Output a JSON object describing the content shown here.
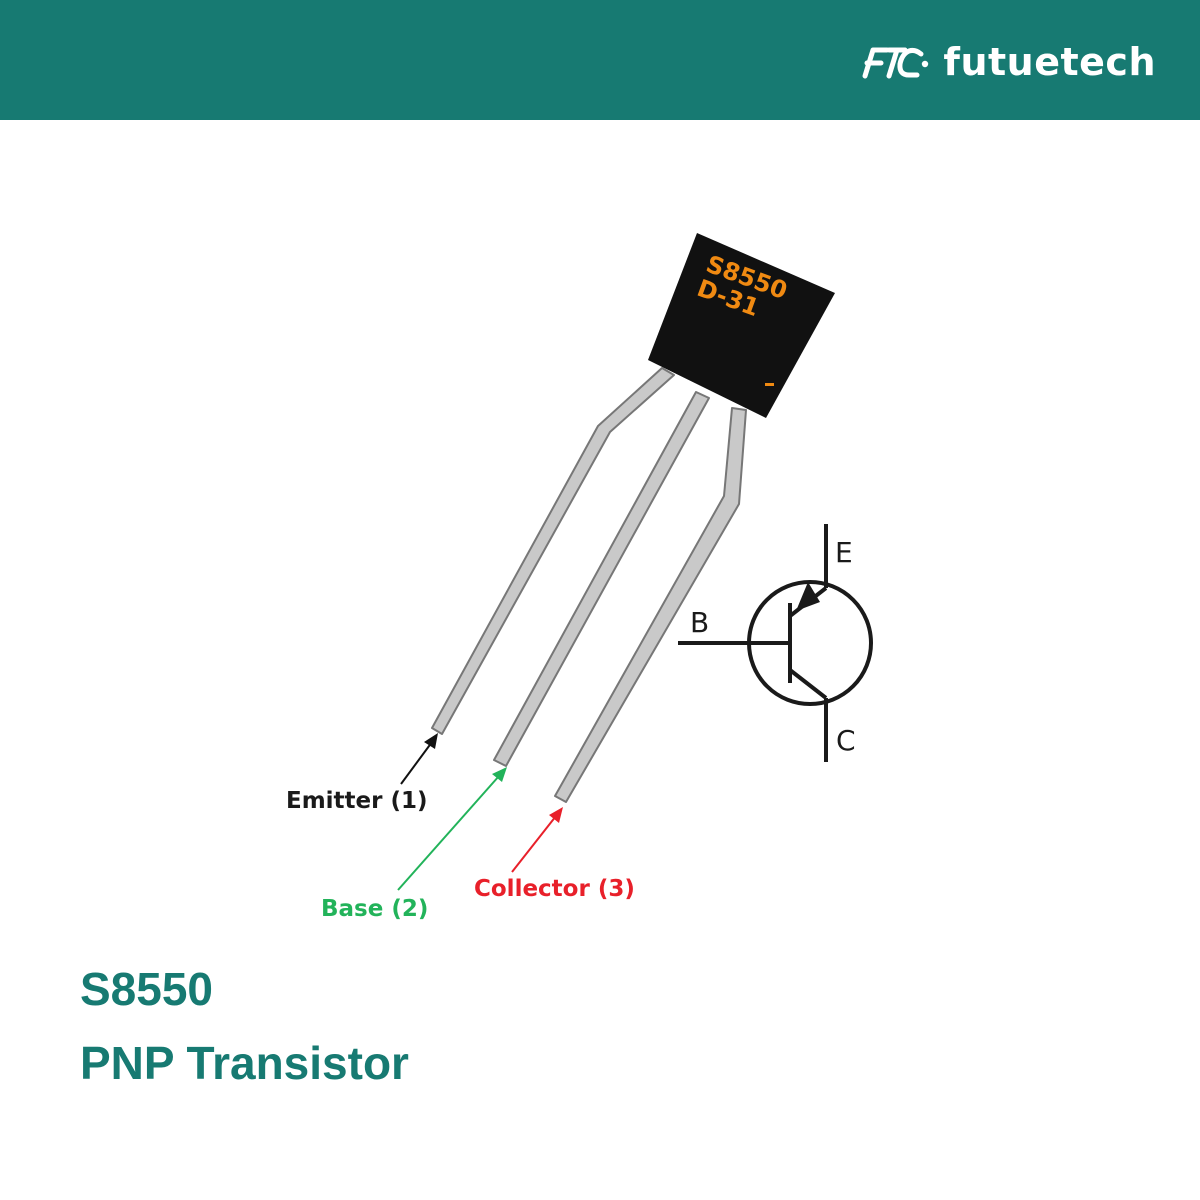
{
  "header": {
    "brand_name": "futuetech",
    "logo_icon": "ftc-logo-icon",
    "background_color": "#177a72"
  },
  "chip": {
    "marking_line_1": "S8550",
    "marking_line_2": "D-31",
    "marking_color": "#f08a12"
  },
  "pins": {
    "emitter": "Emitter (1)",
    "base": "Base (2)",
    "collector": "Collector (3)"
  },
  "colors": {
    "emitter_label": "#1a1a1a",
    "base_label": "#22b35a",
    "collector_label": "#e8202a",
    "title": "#177a72"
  },
  "symbol": {
    "emitter": "E",
    "base": "B",
    "collector": "C"
  },
  "title": {
    "part_number": "S8550",
    "type": "PNP Transistor"
  }
}
